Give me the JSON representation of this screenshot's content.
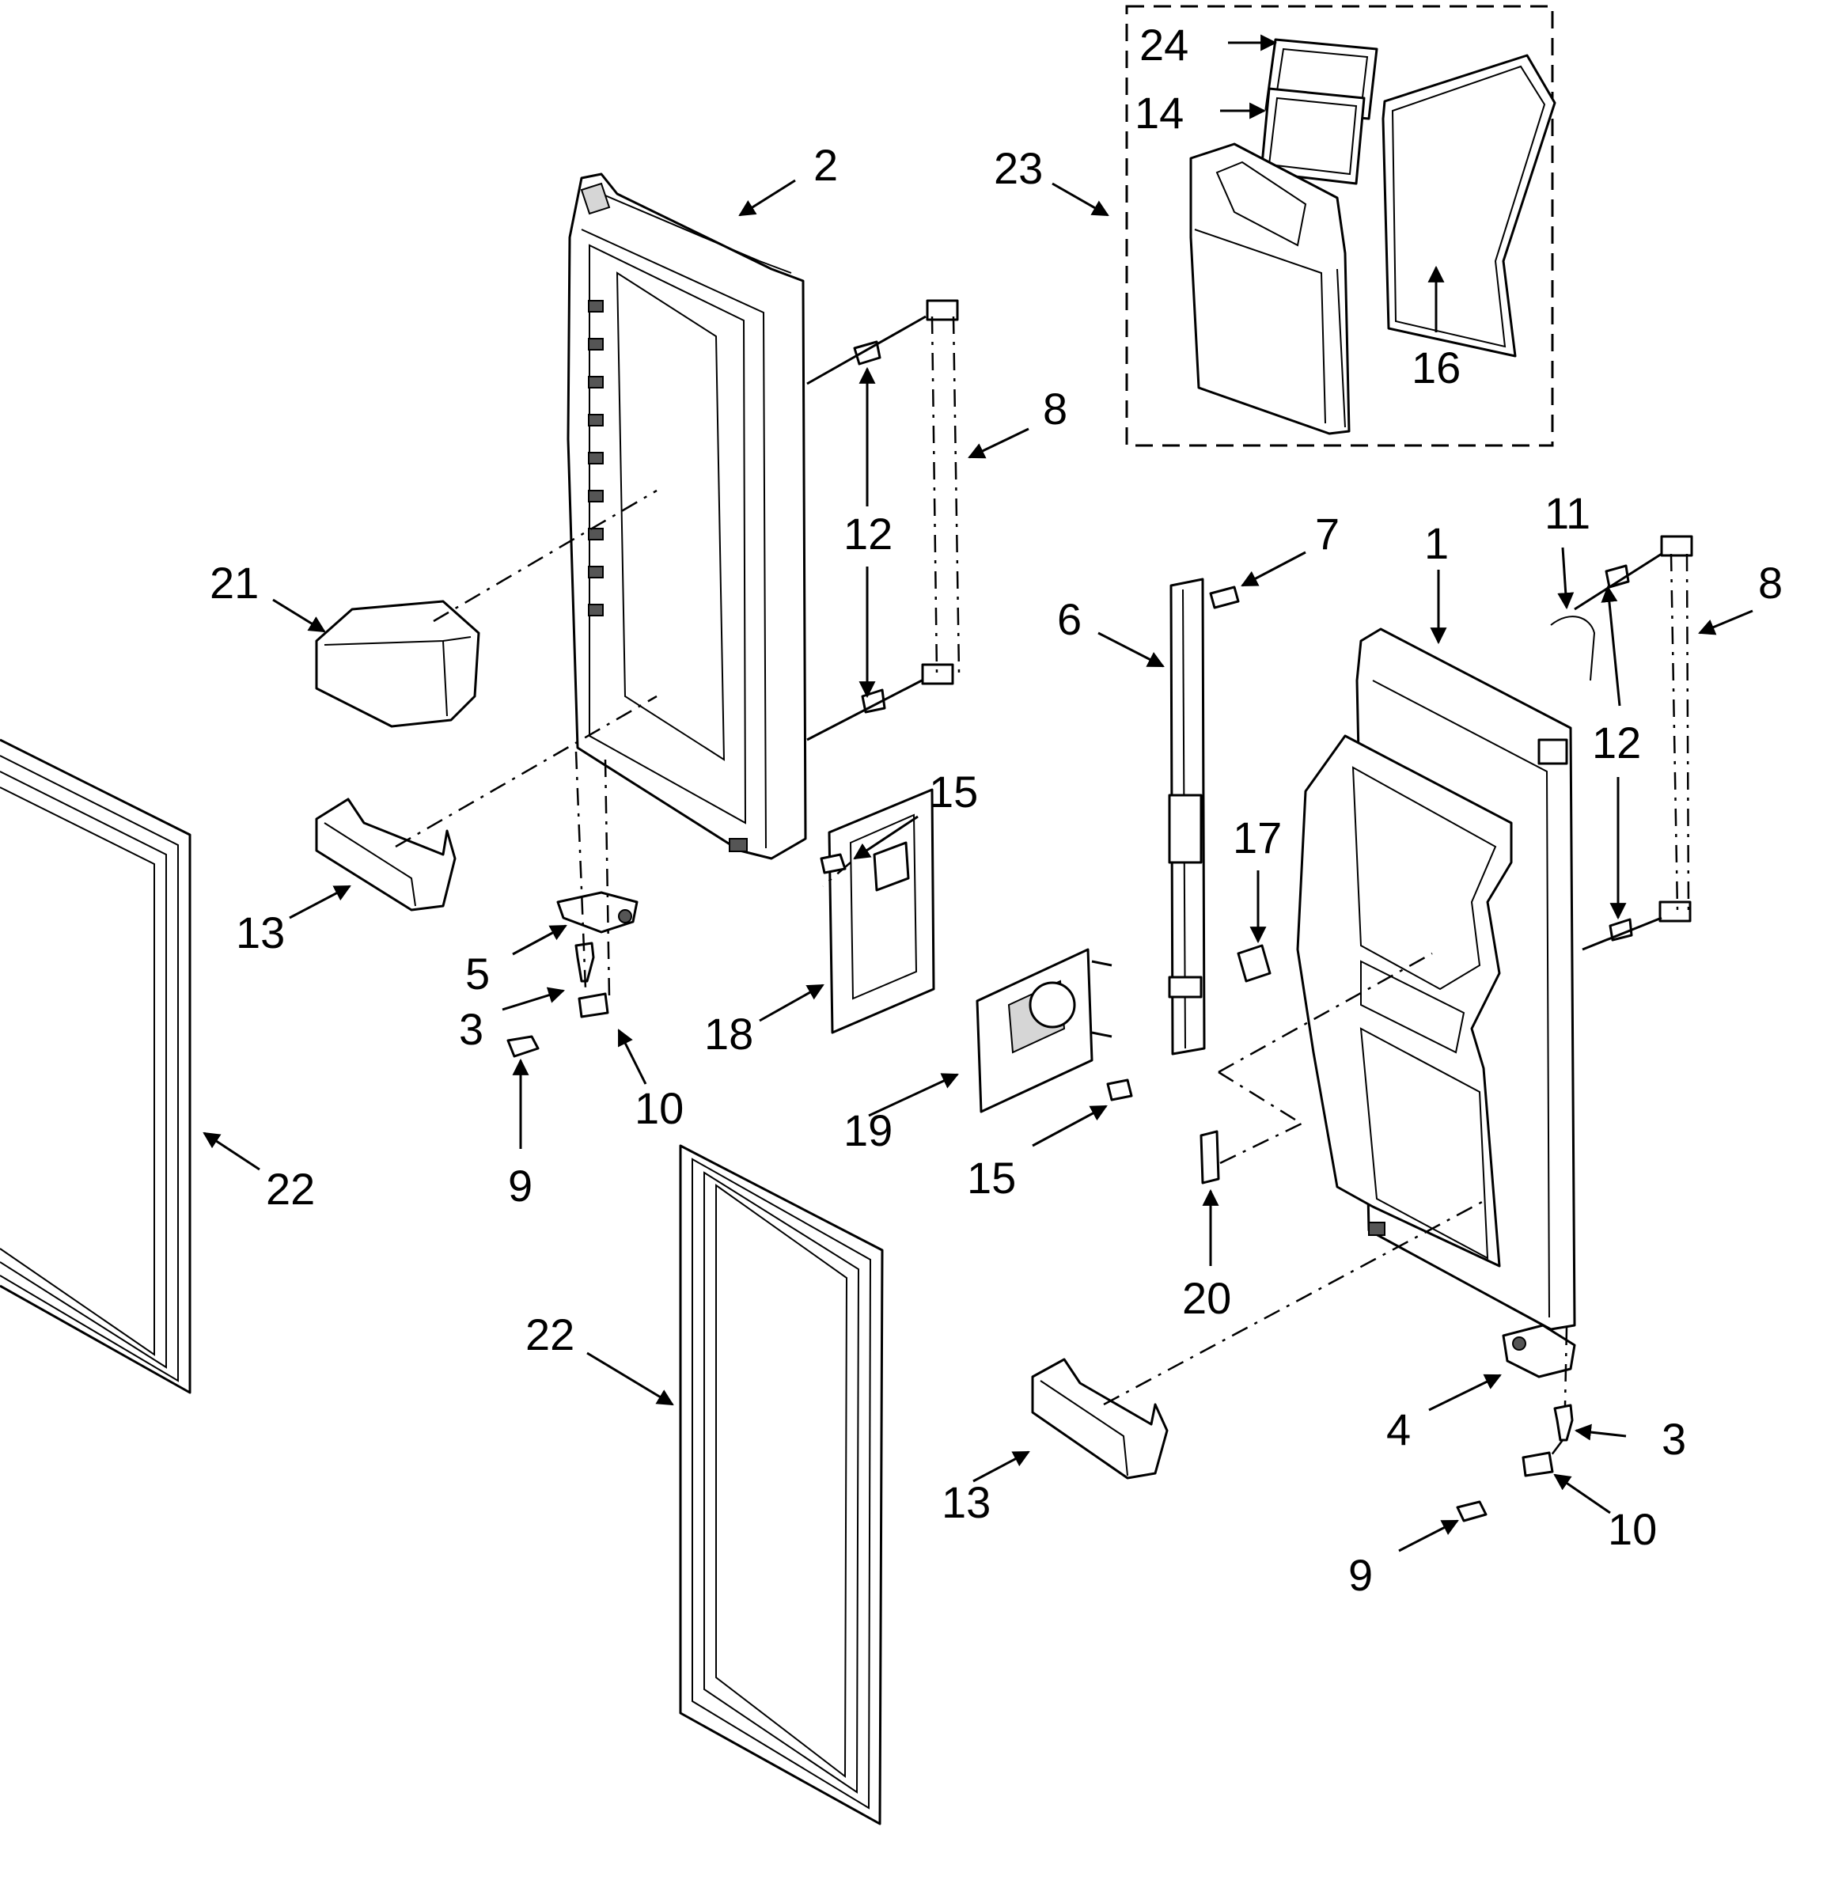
{
  "callouts": {
    "c24": "24",
    "c14": "14",
    "c23": "23",
    "c16": "16",
    "c2": "2",
    "c8_left": "8",
    "c12_left": "12",
    "c21": "21",
    "c13_left": "13",
    "c5": "5",
    "c3_left": "3",
    "c9_left": "9",
    "c10_left": "10",
    "c22_left": "22",
    "c15_upper": "15",
    "c18": "18",
    "c19": "19",
    "c15_lower": "15",
    "c7": "7",
    "c6": "6",
    "c1": "1",
    "c11": "11",
    "c8_right": "8",
    "c12_right": "12",
    "c17": "17",
    "c20": "20",
    "c22_bottom": "22",
    "c13_right": "13",
    "c4": "4",
    "c3_right": "3",
    "c10_right": "10",
    "c9_right": "9"
  }
}
